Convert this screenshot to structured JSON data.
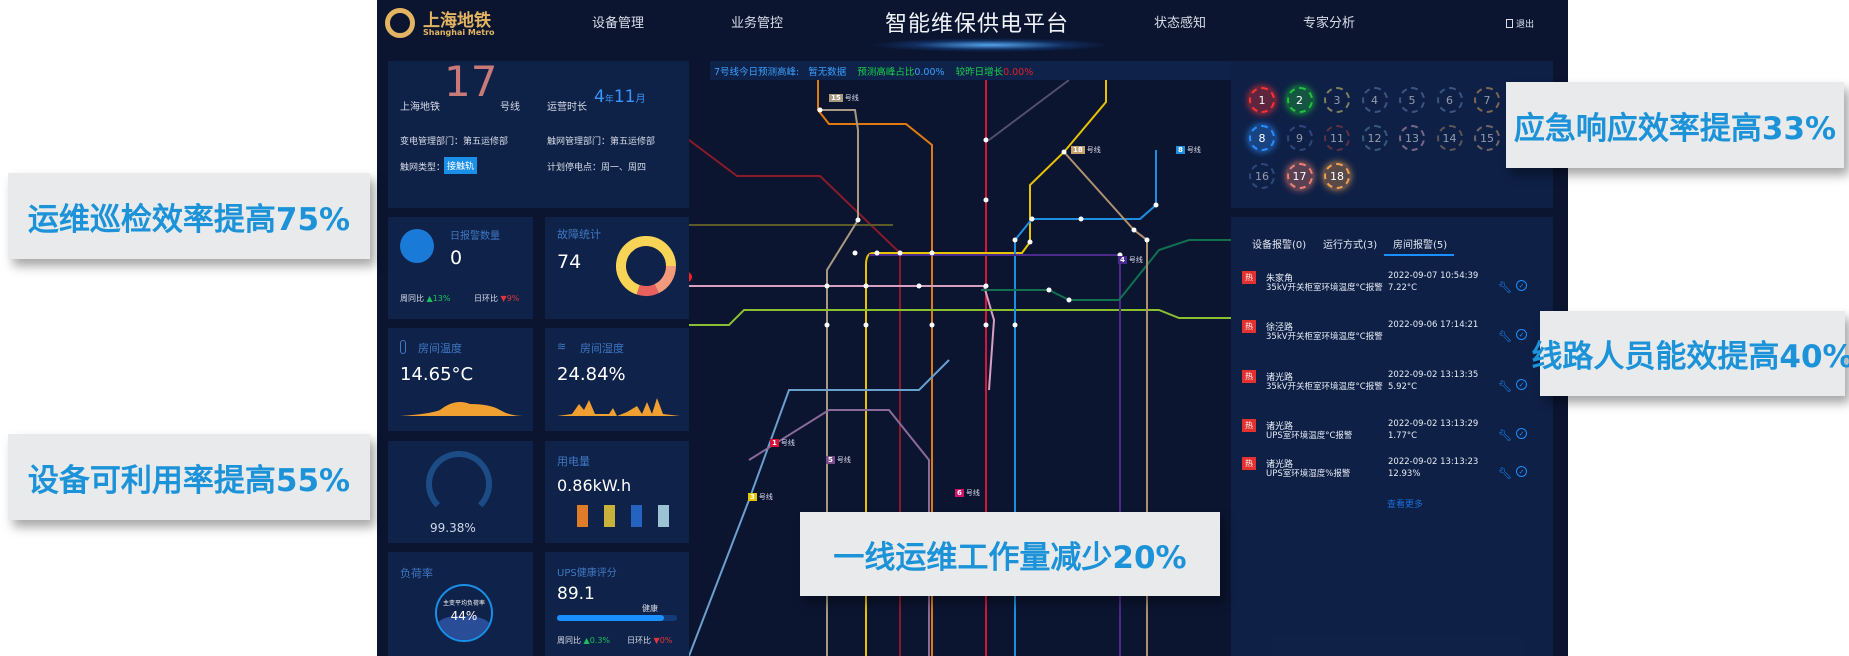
{
  "header": {
    "logo_cn": "上海地铁",
    "logo_en": "Shanghai Metro",
    "nav": [
      "设备管理",
      "业务管控",
      "状态感知",
      "专家分析"
    ],
    "title": "智能维保供电平台",
    "logout": "退出"
  },
  "line_info": {
    "company": "上海地铁",
    "line_no": "17",
    "line_suffix": "号线",
    "runtime_label": "运营时长",
    "years": "4",
    "year_unit": "年",
    "months": "11",
    "month_unit": "月",
    "sub_dept": "变电管理部门：第五运修部",
    "catenary_dept": "触网管理部门：第五运修部",
    "catenary_type_label": "触网类型：",
    "catenary_type": "接触轨",
    "outage_label": "计划停电点：周一、周四"
  },
  "alarms": {
    "title": "日报警数量",
    "value": "0",
    "wow_label": "周同比",
    "wow": "▲13%",
    "dod_label": "日环比",
    "dod": "▼9%"
  },
  "faults": {
    "title": "故障统计",
    "value": "74",
    "donut": [
      {
        "value": 70,
        "color": "#f7d455"
      },
      {
        "value": 18,
        "color": "#f49a7c"
      },
      {
        "value": 12,
        "color": "#e8615f"
      }
    ]
  },
  "temperature": {
    "title": "房间温度",
    "value": "14.65°C"
  },
  "humidity": {
    "title": "房间湿度",
    "value": "24.84%"
  },
  "availability": {
    "value": "99.38%",
    "percent": 99.38
  },
  "power": {
    "title": "用电量",
    "value": "0.86kW.h",
    "bars": [
      {
        "value": 0.6,
        "color": "#e07b28"
      },
      {
        "value": 0.6,
        "color": "#c9b23a"
      },
      {
        "value": 0.6,
        "color": "#2464c0"
      },
      {
        "value": 0.6,
        "color": "#9cc3d3"
      }
    ]
  },
  "load": {
    "title": "负荷率",
    "label": "主变平均负荷率",
    "value": "44%",
    "percent": 44
  },
  "ups": {
    "title": "UPS健康评分",
    "value": "89.1",
    "status": "健康",
    "percent": 89.1,
    "wow_label": "周同比",
    "wow": "▲0.3%",
    "dod_label": "日环比",
    "dod": "▼0%"
  },
  "ticker": {
    "prefix": "7号线今日预测高峰:",
    "peak": "暂无数据",
    "ratio_label": "预测高峰占比",
    "ratio": "0.00%",
    "growth_label": "较昨日增长",
    "growth": "0.00%"
  },
  "map": {
    "line_badges": [
      {
        "no": "15",
        "label": "号线",
        "color": "#a89a80"
      },
      {
        "no": "18",
        "label": "号线",
        "color": "#c4a070"
      },
      {
        "no": "8",
        "label": "号线",
        "color": "#1d8fe0"
      },
      {
        "no": "4",
        "label": "号线",
        "color": "#4a2a8a"
      },
      {
        "no": "1",
        "label": "号线",
        "color": "#d8143a"
      },
      {
        "no": "3",
        "label": "号线",
        "color": "#e8c400"
      },
      {
        "no": "5",
        "label": "号线",
        "color": "#7a4a8a"
      },
      {
        "no": "6",
        "label": "号线",
        "color": "#d0146a"
      }
    ]
  },
  "lines_panel": {
    "orbs": [
      {
        "n": "1",
        "color": "#ff3030",
        "on": true
      },
      {
        "n": "2",
        "color": "#21c43a",
        "on": true
      },
      {
        "n": "3",
        "color": "#d8d070",
        "on": false
      },
      {
        "n": "4",
        "color": "#6080b0",
        "on": false
      },
      {
        "n": "5",
        "color": "#6080b0",
        "on": false
      },
      {
        "n": "6",
        "color": "#6080b0",
        "on": false
      },
      {
        "n": "7",
        "color": "#d8a060",
        "on": false
      },
      {
        "n": "8",
        "color": "#2d8cff",
        "on": true
      },
      {
        "n": "9",
        "color": "#4a6aa8",
        "on": false
      },
      {
        "n": "11",
        "color": "#a04040",
        "on": false
      },
      {
        "n": "12",
        "color": "#5a8aa8",
        "on": false
      },
      {
        "n": "13",
        "color": "#d0a0c0",
        "on": false
      },
      {
        "n": "14",
        "color": "#a08060",
        "on": false
      },
      {
        "n": "15",
        "color": "#c0a080",
        "on": false
      },
      {
        "n": "16",
        "color": "#4a6aa8",
        "on": false
      },
      {
        "n": "17",
        "color": "#f08070",
        "on": true
      },
      {
        "n": "18",
        "color": "#f0a050",
        "on": true
      }
    ]
  },
  "alerts_panel": {
    "tabs": [
      "设备报警(0)",
      "运行方式(3)",
      "房间报警(5)"
    ],
    "hot": "热",
    "more": "查看更多",
    "items": [
      {
        "station": "朱家角",
        "desc": "35kV开关柜室环境温度°C报警",
        "time": "2022-09-07 10:54:39",
        "value": "7.22°C"
      },
      {
        "station": "徐泾路",
        "desc": "35kV开关柜室环境温度°C报警",
        "time": "2022-09-06 17:14:21",
        "value": ""
      },
      {
        "station": "诸光路",
        "desc": "35kV开关柜室环境温度°C报警",
        "time": "2022-09-02 13:13:35",
        "value": "5.92°C"
      },
      {
        "station": "诸光路",
        "desc": "UPS室环境温度°C报警",
        "time": "2022-09-02 13:13:29",
        "value": "1.77°C"
      },
      {
        "station": "诸光路",
        "desc": "UPS室环境湿度%报警",
        "time": "2022-09-02 13:13:23",
        "value": "12.93%"
      }
    ]
  },
  "callouts": [
    "运维巡检效率提高75%",
    "设备可利用率提高55%",
    "应急响应效率提高33%",
    "线路人员能效提高40%",
    "一线运维工作量减少20%"
  ]
}
